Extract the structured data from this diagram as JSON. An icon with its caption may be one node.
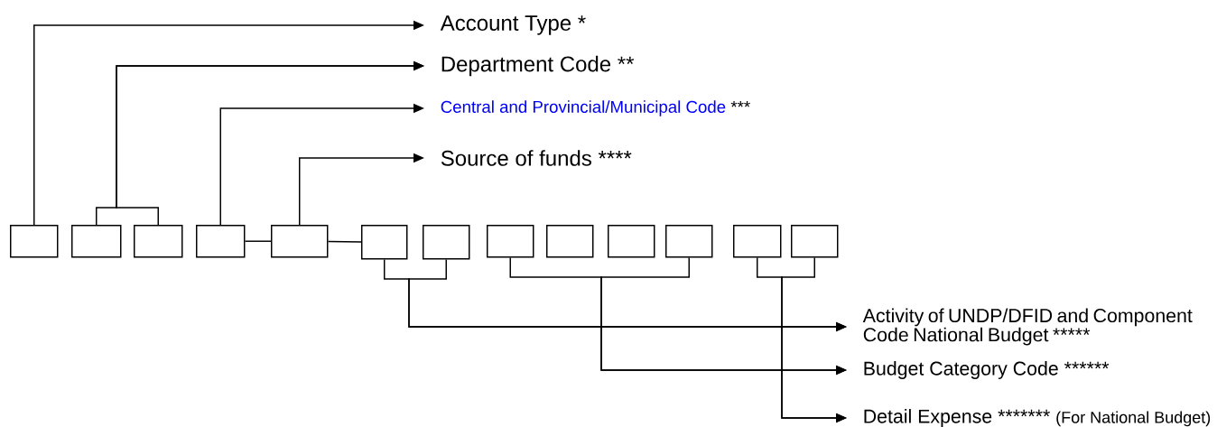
{
  "diagram": {
    "nodes": [
      {
        "text": [
          "Account Type *"
        ]
      },
      {
        "text": [
          "Department Code **"
        ]
      },
      {
        "text": [
          "Central and Provincial/Municipal Code",
          "***"
        ]
      },
      {
        "text": [
          "Source of funds ****"
        ]
      },
      {
        "text": [],
        "shape": "box"
      },
      {
        "text": [],
        "shape": "box"
      },
      {
        "text": [],
        "shape": "box"
      },
      {
        "text": [],
        "shape": "box"
      },
      {
        "text": [],
        "shape": "box"
      },
      {
        "text": [],
        "shape": "box"
      },
      {
        "text": [],
        "shape": "box"
      },
      {
        "text": [],
        "shape": "box"
      },
      {
        "text": [],
        "shape": "box"
      },
      {
        "text": [],
        "shape": "box"
      },
      {
        "text": [],
        "shape": "box"
      },
      {
        "text": [],
        "shape": "box"
      },
      {
        "text": [],
        "shape": "box"
      },
      {
        "text": [
          "Activity of UNDP/DFID and Component Code National Budget ****",
          "*"
        ]
      },
      {
        "text": [
          "Budget Category Code ****",
          "**"
        ]
      },
      {
        "text": [
          "Detail Expense ****",
          "***",
          "(For National Budget)"
        ]
      }
    ],
    "edges": [
      {
        "from": 4,
        "to": 0,
        "arrow": "to"
      },
      {
        "from": 5,
        "to": 1,
        "arrow": "to"
      },
      {
        "from": 6,
        "to": 1,
        "arrow": "to"
      },
      {
        "from": 7,
        "to": 2,
        "arrow": "to"
      },
      {
        "from": 8,
        "to": 3,
        "arrow": "to"
      },
      {
        "from": 7,
        "to": 8,
        "arrow": "none"
      },
      {
        "from": 8,
        "to": 9,
        "arrow": "none"
      },
      {
        "from": 9,
        "to": 17,
        "arrow": "to"
      },
      {
        "from": 10,
        "to": 17,
        "arrow": "to"
      },
      {
        "from": 11,
        "to": 18,
        "arrow": "to"
      },
      {
        "from": 14,
        "to": 18,
        "arrow": "to"
      },
      {
        "from": 15,
        "to": 19,
        "arrow": "to"
      },
      {
        "from": 16,
        "to": 19,
        "arrow": "to"
      }
    ]
  }
}
